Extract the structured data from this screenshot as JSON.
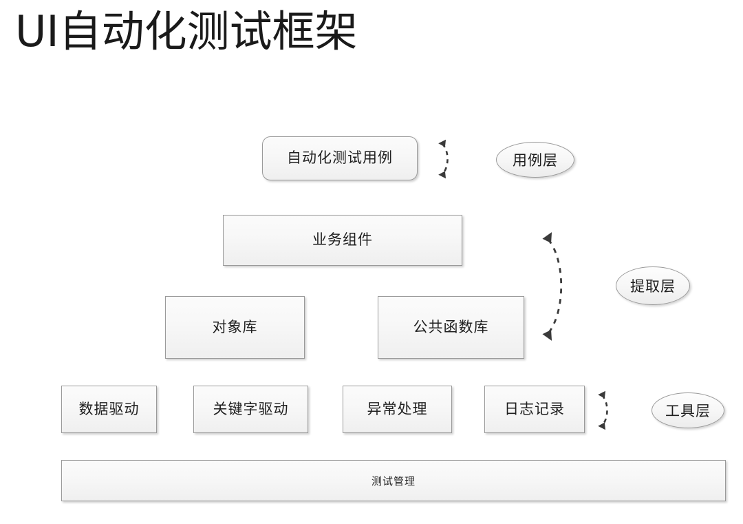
{
  "page": {
    "title": "UI自动化测试框架",
    "background_color": "#ffffff",
    "text_color": "#1a1a1a"
  },
  "diagram": {
    "node_fill": "#f6f6f6",
    "node_border": "#9a9a9a",
    "connector_color": "#3a3a3a",
    "layers": [
      {
        "name": "case-layer",
        "tag": "用例层",
        "nodes": [
          {
            "name": "automation-test-case",
            "label": "自动化测试用例",
            "shape": "rounded-rect"
          }
        ]
      },
      {
        "name": "extraction-layer",
        "tag": "提取层",
        "nodes": [
          {
            "name": "business-component",
            "label": "业务组件",
            "shape": "rect"
          },
          {
            "name": "object-repository",
            "label": "对象库",
            "shape": "rect"
          },
          {
            "name": "common-function-library",
            "label": "公共函数库",
            "shape": "rect"
          }
        ]
      },
      {
        "name": "tool-layer",
        "tag": "工具层",
        "nodes": [
          {
            "name": "data-driven",
            "label": "数据驱动",
            "shape": "rect"
          },
          {
            "name": "keyword-driven",
            "label": "关键字驱动",
            "shape": "rect"
          },
          {
            "name": "exception-handling",
            "label": "异常处理",
            "shape": "rect"
          },
          {
            "name": "logging",
            "label": "日志记录",
            "shape": "rect"
          }
        ]
      },
      {
        "name": "management-layer",
        "tag": "",
        "nodes": [
          {
            "name": "test-management",
            "label": "测试管理",
            "shape": "rect"
          }
        ]
      }
    ],
    "connectors": [
      {
        "name": "case-layer-brace",
        "style": "dashed-double-arrow",
        "size": "small"
      },
      {
        "name": "extraction-layer-brace",
        "style": "dashed-double-arrow",
        "size": "large"
      },
      {
        "name": "tool-layer-brace",
        "style": "dashed-double-arrow",
        "size": "small"
      }
    ]
  }
}
